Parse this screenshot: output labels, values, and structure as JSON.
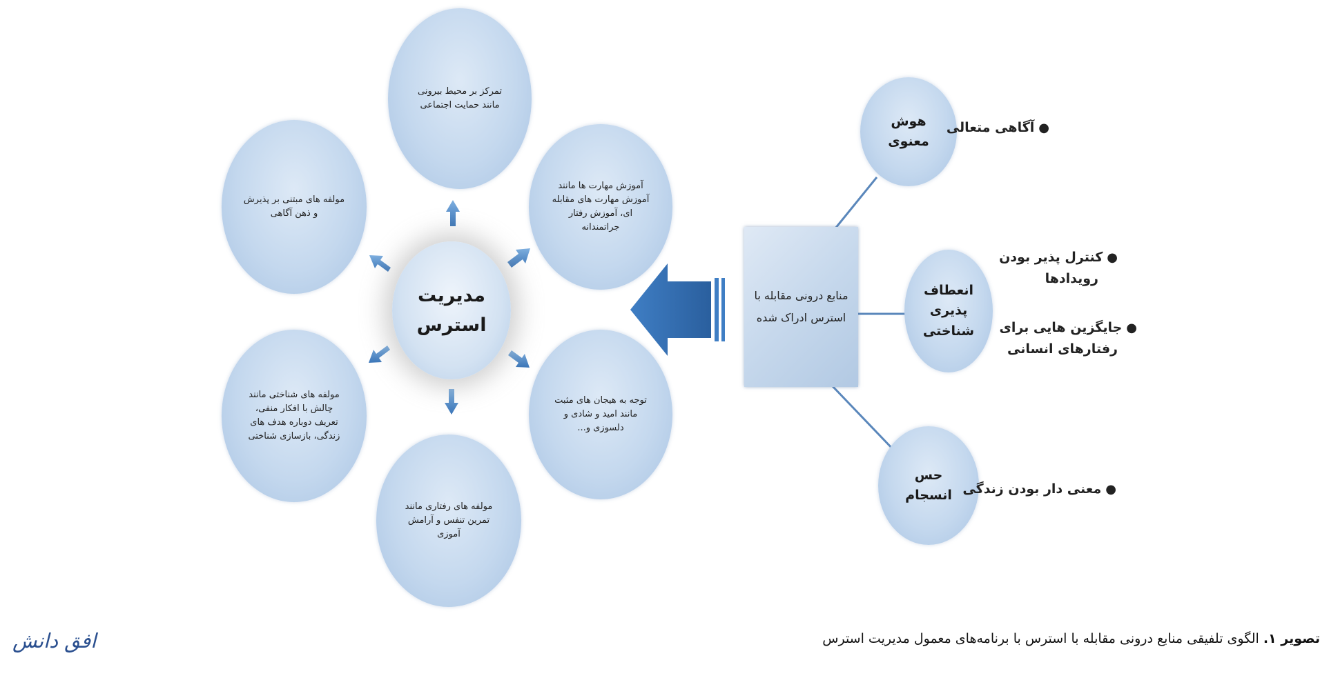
{
  "center": {
    "line1": "مدیریت",
    "line2": "استرس"
  },
  "petals": {
    "top": "تمرکز بر محیط بیرونی مانند حمایت اجتماعی",
    "upper_right": "آموزش مهارت ها مانند آموزش مهارت های مقابله ای، آموزش رفتار جراتمندانه",
    "lower_right": "توجه به هیجان های مثبت مانند امید و شادی و دلسوزی و...",
    "bottom": "مولفه های رفتاری مانند تمرین تنفس و آرامش آموزی",
    "lower_left": "مولفه های شناختی مانند چالش با افکار منفی، تعریف دوباره هدف های زندگی، بازسازی شناختی",
    "upper_left": "مولفه های مبتنی بر پذیرش و ذهن آگاهی"
  },
  "hub": "منابع درونی مقابله با استرس ادراک شده",
  "nodes": {
    "spiritual": {
      "line1": "هوش",
      "line2": "معنوی"
    },
    "cognitive": {
      "line1": "انعطاف",
      "line2": "پذیری",
      "line3": "شناختی"
    },
    "coherence": {
      "line1": "حس",
      "line2": "انسجام"
    }
  },
  "bullets": {
    "spiritual": [
      "آگاهی متعالی"
    ],
    "cognitive": [
      "کنترل پذیر بودن",
      "رویدادها",
      "جایگزین هایی برای",
      "رفتارهای انسانی"
    ],
    "coherence": [
      "معنی دار بودن زندگی"
    ]
  },
  "caption": {
    "label": "تصویر ۱.",
    "text": " الگوی تلفیقی منابع درونی مقابله با استرس با برنامه‌های معمول مدیریت استرس"
  },
  "logo": "افق دانش"
}
